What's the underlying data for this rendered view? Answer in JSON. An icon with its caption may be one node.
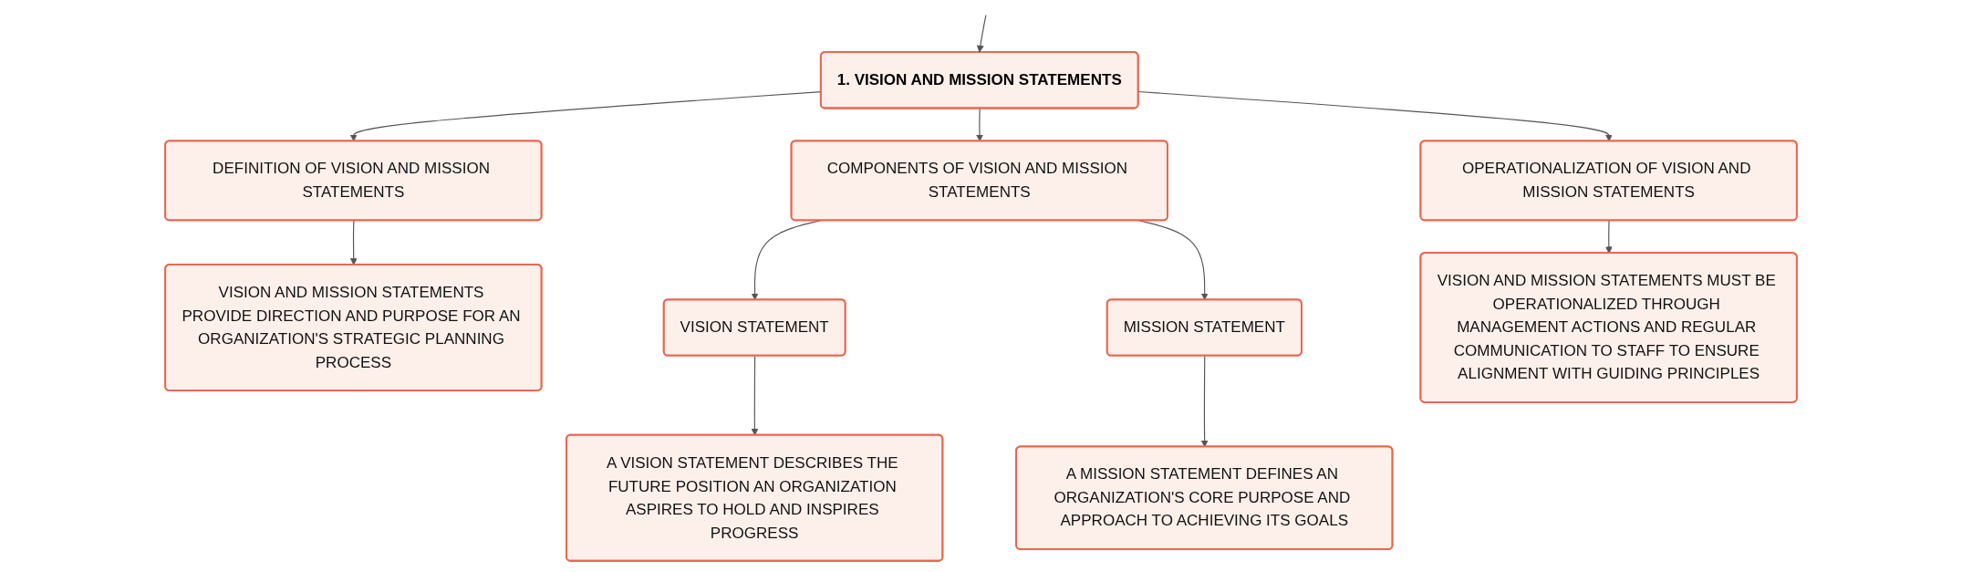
{
  "diagram": {
    "nodes": [
      {
        "text": [
          "1. VISION AND MISSION STATEMENTS"
        ]
      },
      {
        "text": [
          "DEFINITION OF VISION AND MISSION STATEMENTS"
        ]
      },
      {
        "text": [
          "VISION AND MISSION STATEMENTS PROVIDE DIRECTION AND PURPOSE FOR AN ORGANIZATION'S STRATEGIC PLANNING PROCESS"
        ]
      },
      {
        "text": [
          "COMPONENTS OF VISION AND MISSION STATEMENTS"
        ]
      },
      {
        "text": [
          "VISION STATEMENT"
        ]
      },
      {
        "text": [
          "A VISION STATEMENT DESCRIBES THE FUTURE POSITION AN ORGANIZATION ASPIRES TO HOLD AND INSPIRES PROGRESS"
        ]
      },
      {
        "text": [
          "MISSION STATEMENT"
        ]
      },
      {
        "text": [
          "A MISSION STATEMENT DEFINES AN ORGANIZATION'S CORE PURPOSE AND APPROACH TO ACHIEVING ITS GOALS"
        ]
      },
      {
        "text": [
          "OPERATIONALIZATION OF VISION AND MISSION STATEMENTS"
        ]
      },
      {
        "text": [
          "VISION AND MISSION STATEMENTS MUST BE OPERATIONALIZED THROUGH MANAGEMENT ACTIONS AND REGULAR COMMUNICATION TO STAFF TO ENSURE ALIGNMENT WITH GUIDING PRINCIPLES"
        ]
      }
    ],
    "edges": [
      {
        "from": null,
        "to": 0,
        "arrow": "to"
      },
      {
        "from": 0,
        "to": 1,
        "arrow": "to"
      },
      {
        "from": 0,
        "to": 3,
        "arrow": "to"
      },
      {
        "from": 0,
        "to": 8,
        "arrow": "to"
      },
      {
        "from": 1,
        "to": 2,
        "arrow": "to"
      },
      {
        "from": 3,
        "to": 4,
        "arrow": "to"
      },
      {
        "from": 3,
        "to": 6,
        "arrow": "to"
      },
      {
        "from": 4,
        "to": 5,
        "arrow": "to"
      },
      {
        "from": 6,
        "to": 7,
        "arrow": "to"
      },
      {
        "from": 8,
        "to": 9,
        "arrow": "to"
      }
    ]
  }
}
